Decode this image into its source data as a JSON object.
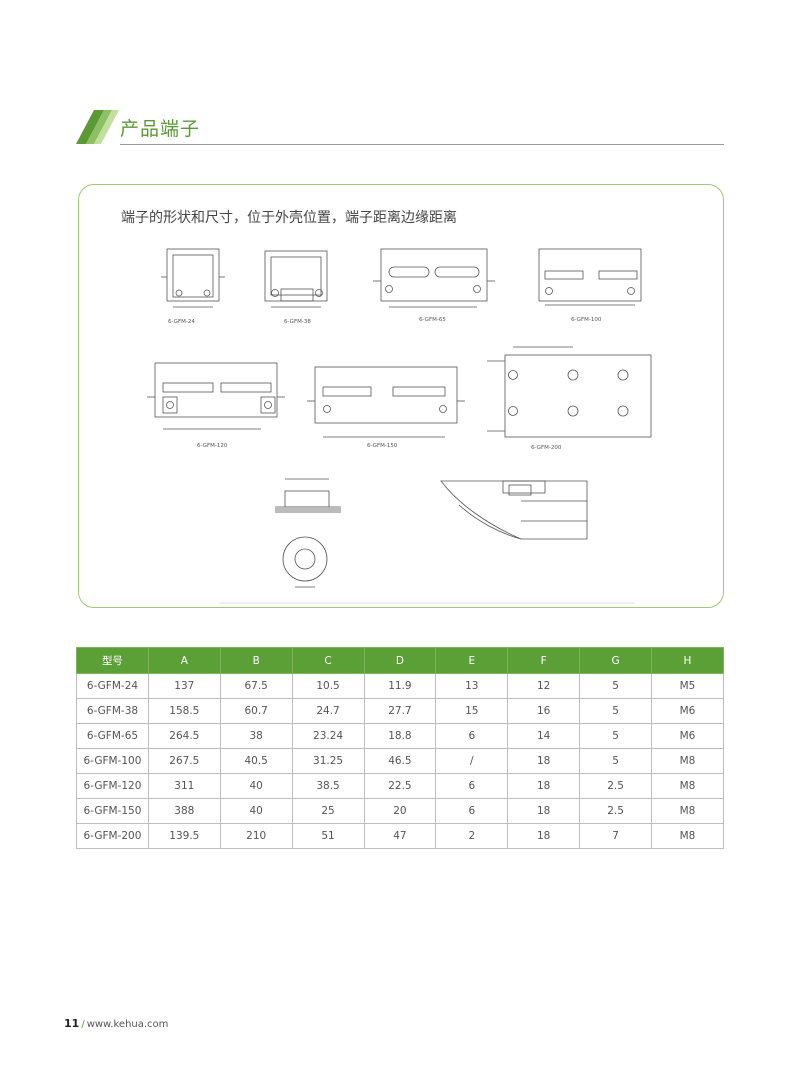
{
  "header": {
    "title": "产品端子"
  },
  "panel": {
    "description": "端子的形状和尺寸，位于外壳位置，端子距离边缘距离"
  },
  "diagrams": {
    "labels": [
      "6-GFM-24",
      "6-GFM-38",
      "6-GFM-65",
      "6-GFM-100",
      "6-GFM-120",
      "6-GFM-150",
      "6-GFM-200"
    ]
  },
  "table": {
    "headers": [
      "型号",
      "A",
      "B",
      "C",
      "D",
      "E",
      "F",
      "G",
      "H"
    ],
    "rows": [
      [
        "6-GFM-24",
        "137",
        "67.5",
        "10.5",
        "11.9",
        "13",
        "12",
        "5",
        "M5"
      ],
      [
        "6-GFM-38",
        "158.5",
        "60.7",
        "24.7",
        "27.7",
        "15",
        "16",
        "5",
        "M6"
      ],
      [
        "6-GFM-65",
        "264.5",
        "38",
        "23.24",
        "18.8",
        "6",
        "14",
        "5",
        "M6"
      ],
      [
        "6-GFM-100",
        "267.5",
        "40.5",
        "31.25",
        "46.5",
        "/",
        "18",
        "5",
        "M8"
      ],
      [
        "6-GFM-120",
        "311",
        "40",
        "38.5",
        "22.5",
        "6",
        "18",
        "2.5",
        "M8"
      ],
      [
        "6-GFM-150",
        "388",
        "40",
        "25",
        "20",
        "6",
        "18",
        "2.5",
        "M8"
      ],
      [
        "6-GFM-200",
        "139.5",
        "210",
        "51",
        "47",
        "2",
        "18",
        "7",
        "M8"
      ]
    ]
  },
  "footer": {
    "page": "11",
    "url": "www.kehua.com"
  }
}
